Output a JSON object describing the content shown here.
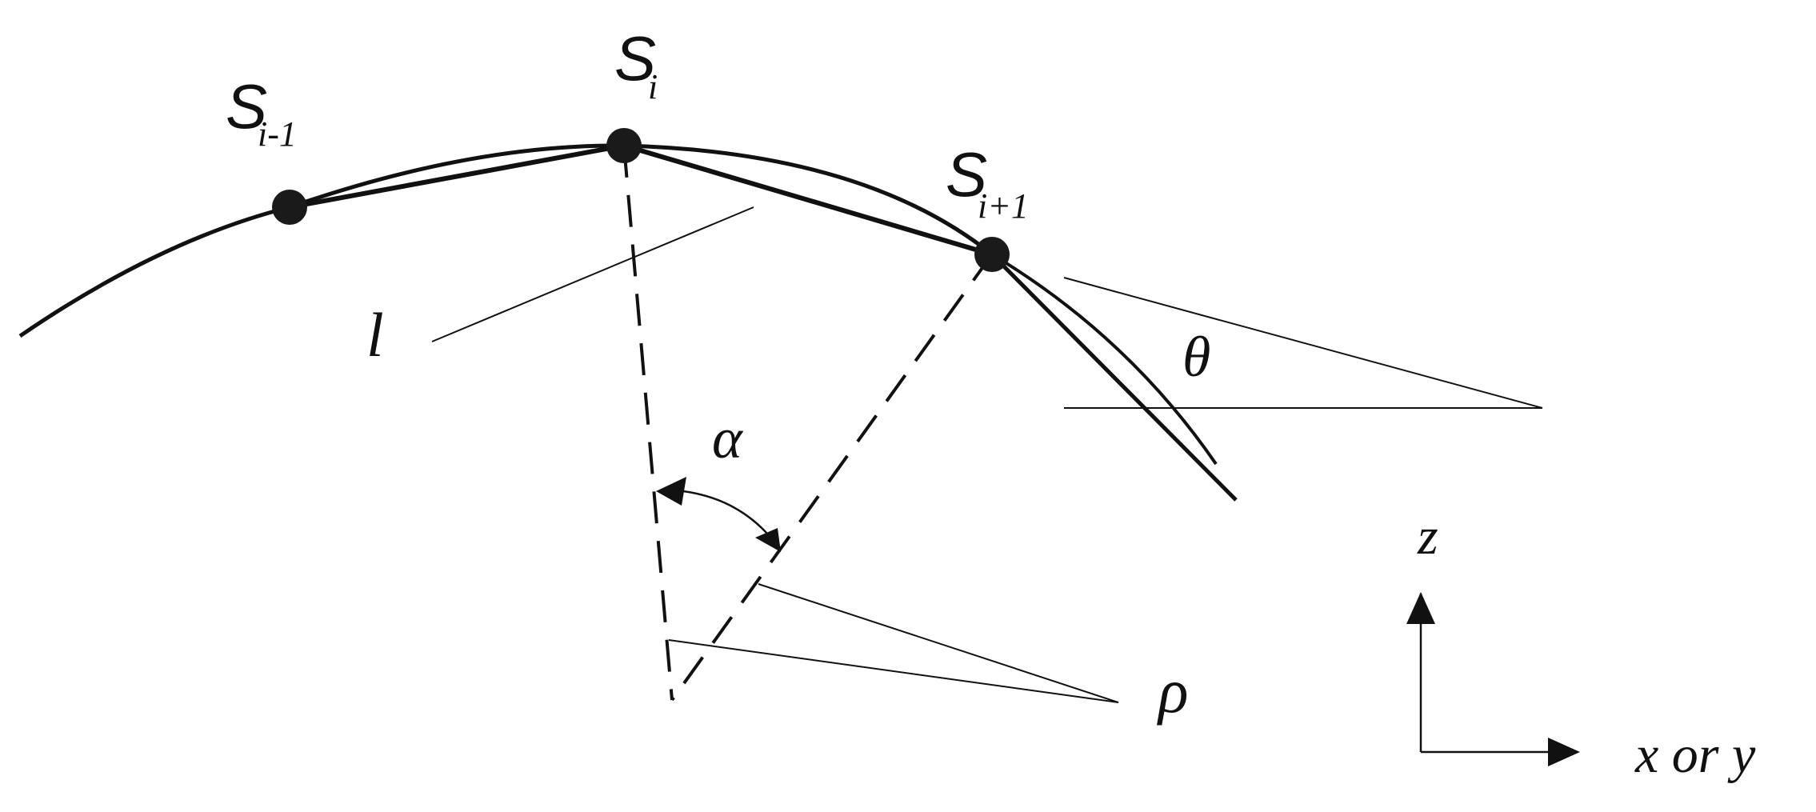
{
  "labels": {
    "s_main": "S",
    "sub_prev": "i-1",
    "sub_cur": "i",
    "sub_next": "i+1",
    "l": "l",
    "theta": "θ",
    "alpha": "α",
    "rho": "ρ",
    "axis_z": "z",
    "axis_xy": "x or y"
  },
  "colors": {
    "ink": "#111111",
    "point_fill": "#1a1a1a"
  }
}
